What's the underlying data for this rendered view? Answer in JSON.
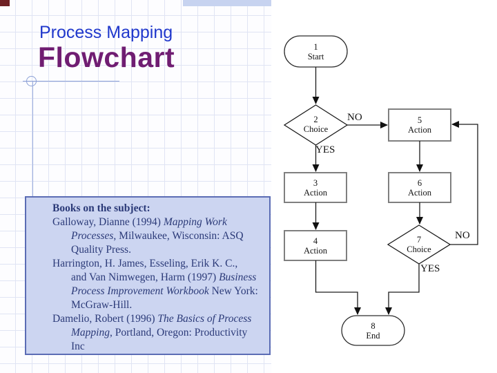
{
  "slide": {
    "title_small": "Process Mapping",
    "title_large": "Flowchart"
  },
  "books": {
    "heading": "Books on the subject:",
    "lines": [
      {
        "indent": false,
        "segments": [
          {
            "text": "Galloway, Dianne (1994) "
          },
          {
            "text": "Mapping Work",
            "italic": true
          }
        ]
      },
      {
        "indent": true,
        "segments": [
          {
            "text": "Processes",
            "italic": true
          },
          {
            "text": ", Milwaukee, Wisconsin: ASQ"
          }
        ]
      },
      {
        "indent": true,
        "segments": [
          {
            "text": "Quality Press."
          }
        ]
      },
      {
        "indent": false,
        "segments": [
          {
            "text": "Harrington, H. James,  Esseling, Erik K. C.,"
          }
        ]
      },
      {
        "indent": true,
        "segments": [
          {
            "text": "and Van Nimwegen, Harm (1997) "
          },
          {
            "text": "Business",
            "italic": true
          }
        ]
      },
      {
        "indent": true,
        "segments": [
          {
            "text": "Process Improvement Workbook",
            "italic": true
          },
          {
            "text": " New York:"
          }
        ]
      },
      {
        "indent": true,
        "segments": [
          {
            "text": "McGraw-Hill."
          }
        ]
      },
      {
        "indent": false,
        "segments": [
          {
            "text": "Damelio, Robert (1996) "
          },
          {
            "text": "The Basics of Process",
            "italic": true
          }
        ]
      },
      {
        "indent": true,
        "segments": [
          {
            "text": "Mapping",
            "italic": true
          },
          {
            "text": ", Portland, Oregon: Productivity"
          }
        ]
      },
      {
        "indent": true,
        "segments": [
          {
            "text": "Inc"
          }
        ]
      }
    ]
  },
  "flowchart": {
    "nodes": [
      {
        "num": "1",
        "label": "Start",
        "type": "terminator"
      },
      {
        "num": "2",
        "label": "Choice",
        "type": "decision"
      },
      {
        "num": "3",
        "label": "Action",
        "type": "process"
      },
      {
        "num": "4",
        "label": "Action",
        "type": "process"
      },
      {
        "num": "5",
        "label": "Action",
        "type": "process"
      },
      {
        "num": "6",
        "label": "Action",
        "type": "process"
      },
      {
        "num": "7",
        "label": "Choice",
        "type": "decision"
      },
      {
        "num": "8",
        "label": "End",
        "type": "terminator"
      }
    ],
    "edge_labels": {
      "choice2_no": "NO",
      "choice2_yes": "YES",
      "choice7_no": "NO",
      "choice7_yes": "YES"
    }
  },
  "colors": {
    "subtitle_blue": "#2038cc",
    "title_purple": "#701d72",
    "books_bg": "#ccd5f1",
    "books_border": "#5b6cb4",
    "books_text": "#2b3a78",
    "grid_line": "#e0e4f4",
    "top_band": "#c7d3f0",
    "corner_accent": "#6e2024"
  }
}
